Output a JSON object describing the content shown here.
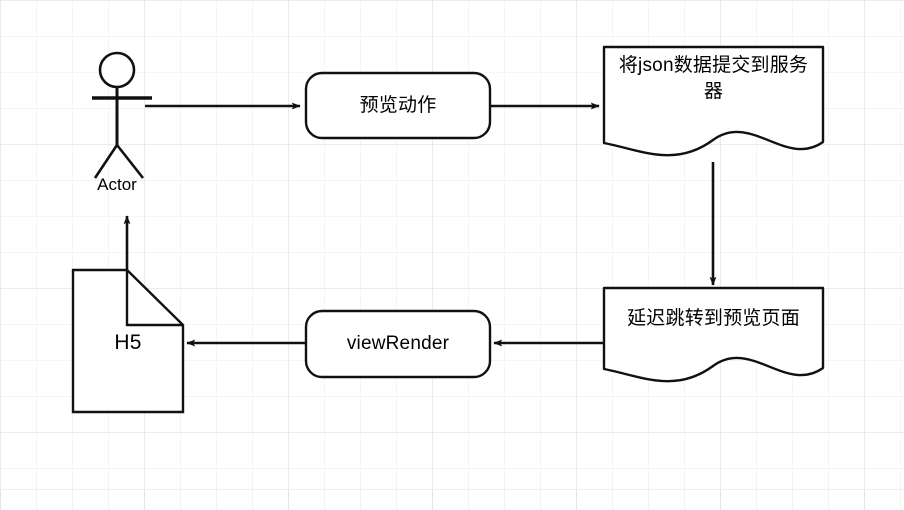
{
  "diagram": {
    "title": "preview-flow-diagram",
    "background": {
      "color": "#ffffff",
      "grid_minor_color": "#f5f5f5",
      "grid_major_color": "#ebebeb",
      "grid_minor_size": 36,
      "grid_major_size": 144
    },
    "stroke_color": "#1a1a1a",
    "fill_color": "#ffffff",
    "nodes": [
      {
        "id": "actor",
        "type": "actor",
        "label": "Actor"
      },
      {
        "id": "preview-action",
        "type": "rounded-rect",
        "label": "预览动作"
      },
      {
        "id": "submit-json",
        "type": "document",
        "label": "将json数据提交到服务器"
      },
      {
        "id": "delayed-redirect",
        "type": "document",
        "label": "延迟跳转到预览页面"
      },
      {
        "id": "view-render",
        "type": "rounded-rect",
        "label": "viewRender"
      },
      {
        "id": "h5-note",
        "type": "note",
        "label": "H5"
      }
    ],
    "edges": [
      {
        "id": "actor-to-preview",
        "from": "actor",
        "to": "preview-action",
        "direction": "right"
      },
      {
        "id": "preview-to-submit",
        "from": "preview-action",
        "to": "submit-json",
        "direction": "right"
      },
      {
        "id": "submit-to-delayed",
        "from": "submit-json",
        "to": "delayed-redirect",
        "direction": "down"
      },
      {
        "id": "delayed-to-render",
        "from": "delayed-redirect",
        "to": "view-render",
        "direction": "left"
      },
      {
        "id": "render-to-h5",
        "from": "view-render",
        "to": "h5-note",
        "direction": "left"
      },
      {
        "id": "h5-to-actor",
        "from": "h5-note",
        "to": "actor",
        "direction": "up"
      }
    ]
  }
}
